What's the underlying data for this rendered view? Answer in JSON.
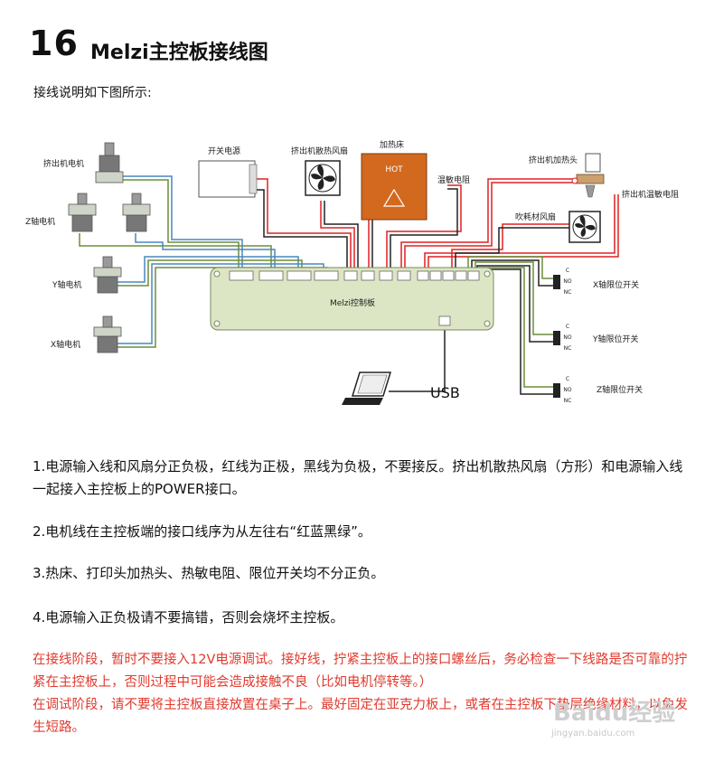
{
  "title": {
    "number": "16",
    "text": "Melzi主控板接线图"
  },
  "intro": "接线说明如下图所示:",
  "diagram": {
    "board_label": "Melzi控制板",
    "usb_label": "USB",
    "hot_label": "HOT",
    "components": {
      "extruder_motor": "挤出机电机",
      "z_motor": "Z轴电机",
      "y_motor": "Y轴电机",
      "x_motor": "X轴电机",
      "psu": "开关电源",
      "extruder_fan": "挤出机散热风扇",
      "heatbed": "加热床",
      "thermistor": "温敏电阻",
      "hotend": "挤出机加热头",
      "hotend_thermistor": "挤出机温敏电阻",
      "blower_fan": "吹耗材风扇",
      "x_endstop": "X轴限位开关",
      "y_endstop": "Y轴限位开关",
      "z_endstop": "Z轴限位开关"
    },
    "switch_pins": [
      "C",
      "NO",
      "NC"
    ],
    "colors": {
      "board_fill": "#dde6c4",
      "heatbed_fill": "#d2691e",
      "red_wire": "#e02020",
      "blue_wire": "#4a87c0",
      "green_wire": "#6b8e3a",
      "black_wire": "#222222"
    }
  },
  "notes": [
    "1.电源输入线和风扇分正负极，红线为正极，黑线为负极，不要接反。挤出机散热风扇（方形）和电源输入线一起接入主控板上的POWER接口。",
    "2.电机线在主控板端的接口线序为从左往右“红蓝黑绿”。",
    "3.热床、打印头加热头、热敏电阻、限位开关均不分正负。",
    "4.电源输入正负极请不要搞错，否则会烧坏主控板。"
  ],
  "warning": "在接线阶段，暂时不要接入12V电源调试。接好线，拧紧主控板上的接口螺丝后，务必检查一下线路是否可靠的拧紧在主控板上，否则过程中可能会造成接触不良（比如电机停转等。）\n在调试阶段，请不要将主控板直接放置在桌子上。最好固定在亚克力板上，或者在主控板下垫层绝缘材料，以免发生短路。",
  "watermark": {
    "brand": "Baidu经验",
    "url": "jingyan.baidu.com"
  }
}
